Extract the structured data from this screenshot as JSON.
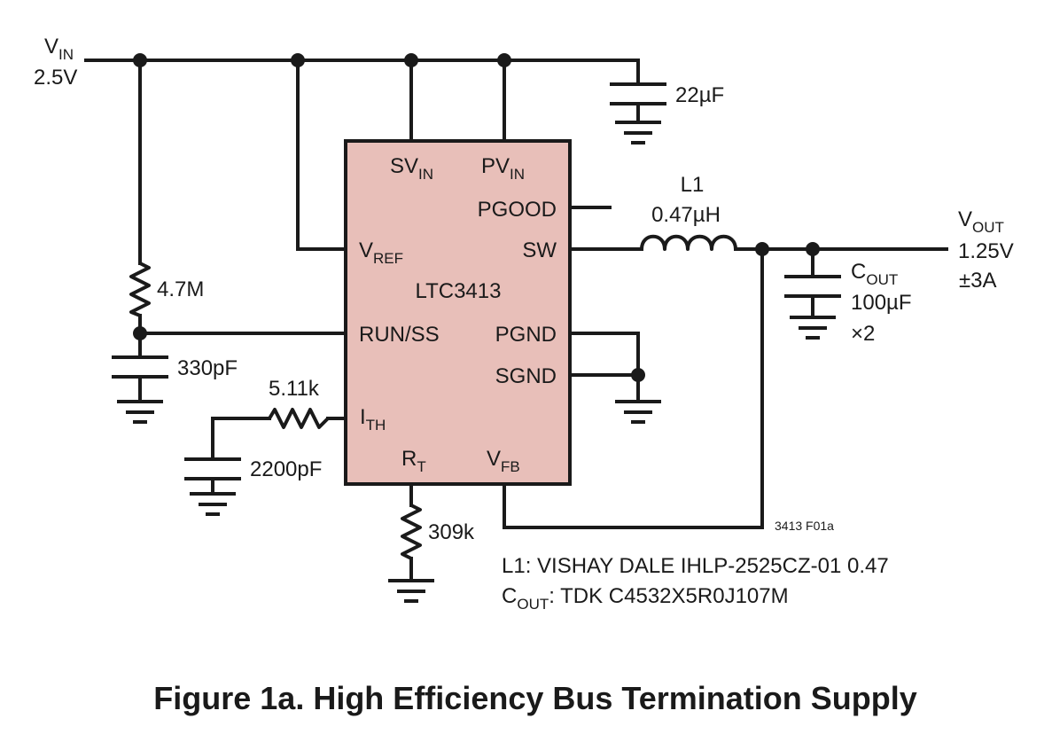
{
  "vin": {
    "name": "V",
    "sub": "IN",
    "value": "2.5V"
  },
  "vout": {
    "name": "V",
    "sub": "OUT",
    "voltage": "1.25V",
    "current": "±3A"
  },
  "ic": {
    "part": "LTC3413",
    "pins": {
      "svin": {
        "name": "SV",
        "sub": "IN"
      },
      "pvin": {
        "name": "PV",
        "sub": "IN"
      },
      "pgood": {
        "name": "PGOOD"
      },
      "vref": {
        "name": "V",
        "sub": "REF"
      },
      "sw": {
        "name": "SW"
      },
      "runss": {
        "name": "RUN/SS"
      },
      "pgnd": {
        "name": "PGND"
      },
      "sgnd": {
        "name": "SGND"
      },
      "ith": {
        "name": "I",
        "sub": "TH"
      },
      "rt": {
        "name": "R",
        "sub": "T"
      },
      "vfb": {
        "name": "V",
        "sub": "FB"
      }
    }
  },
  "components": {
    "c_in": "22µF",
    "r_run": "4.7M",
    "c_run": "330pF",
    "r_ith": "5.11k",
    "c_ith": "2200pF",
    "r_rt": "309k",
    "inductor": {
      "name": "L1",
      "value": "0.47µH"
    },
    "cout": {
      "name": "C",
      "sub": "OUT",
      "value": "100µF",
      "count": "×2"
    }
  },
  "figure_id": "3413 F01a",
  "notes": {
    "l1": "L1: VISHAY DALE IHLP-2525CZ-01 0.47",
    "cout_prefix": "C",
    "cout_sub": "OUT",
    "cout_rest": ": TDK C4532X5R0J107M"
  },
  "caption": "Figure 1a. High Efficiency Bus Termination Supply"
}
